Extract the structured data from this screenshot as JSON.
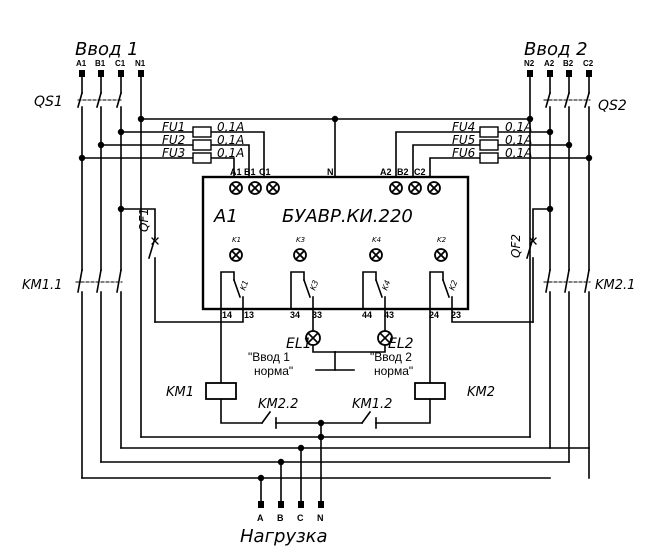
{
  "inputs": {
    "input1": {
      "title": "Ввод 1",
      "terminals": [
        "A1",
        "B1",
        "C1",
        "N1"
      ]
    },
    "input2": {
      "title": "Ввод 2",
      "terminals": [
        "N2",
        "A2",
        "B2",
        "C2"
      ]
    }
  },
  "breakers": {
    "qs1": "QS1",
    "qs2": "QS2",
    "qf1": "QF1",
    "qf2": "QF2"
  },
  "fuses": {
    "left": [
      {
        "label": "FU1",
        "rating": "0,1A"
      },
      {
        "label": "FU2",
        "rating": "0,1A"
      },
      {
        "label": "FU3",
        "rating": "0,1A"
      }
    ],
    "right": [
      {
        "label": "FU4",
        "rating": "0,1A"
      },
      {
        "label": "FU5",
        "rating": "0,1A"
      },
      {
        "label": "FU6",
        "rating": "0,1A"
      }
    ]
  },
  "unit": {
    "ref": "A1",
    "name": "БУАВР.КИ.220",
    "top_terminals_left": [
      "A1",
      "B1",
      "C1"
    ],
    "top_terminal_n": "N",
    "top_terminals_right": [
      "A2",
      "B2",
      "C2"
    ],
    "relays": [
      "K1",
      "K3",
      "K4",
      "K2"
    ],
    "bottom_terminals": [
      "14",
      "13",
      "34",
      "33",
      "44",
      "43",
      "24",
      "23"
    ]
  },
  "lamps": {
    "el1": {
      "ref": "EL1",
      "line1": "\"Ввод 1",
      "line2": "норма\""
    },
    "el2": {
      "ref": "EL2",
      "line1": "\"Ввод 2",
      "line2": "норма\""
    }
  },
  "contactors": {
    "km1_1": "KM1.1",
    "km2_1": "KM2.1",
    "km1": "KM1",
    "km2": "KM2",
    "km2_2": "KM2.2",
    "km1_2": "KM1.2"
  },
  "load": {
    "title": "Нагрузка",
    "terminals": [
      "A",
      "B",
      "C",
      "N"
    ]
  }
}
